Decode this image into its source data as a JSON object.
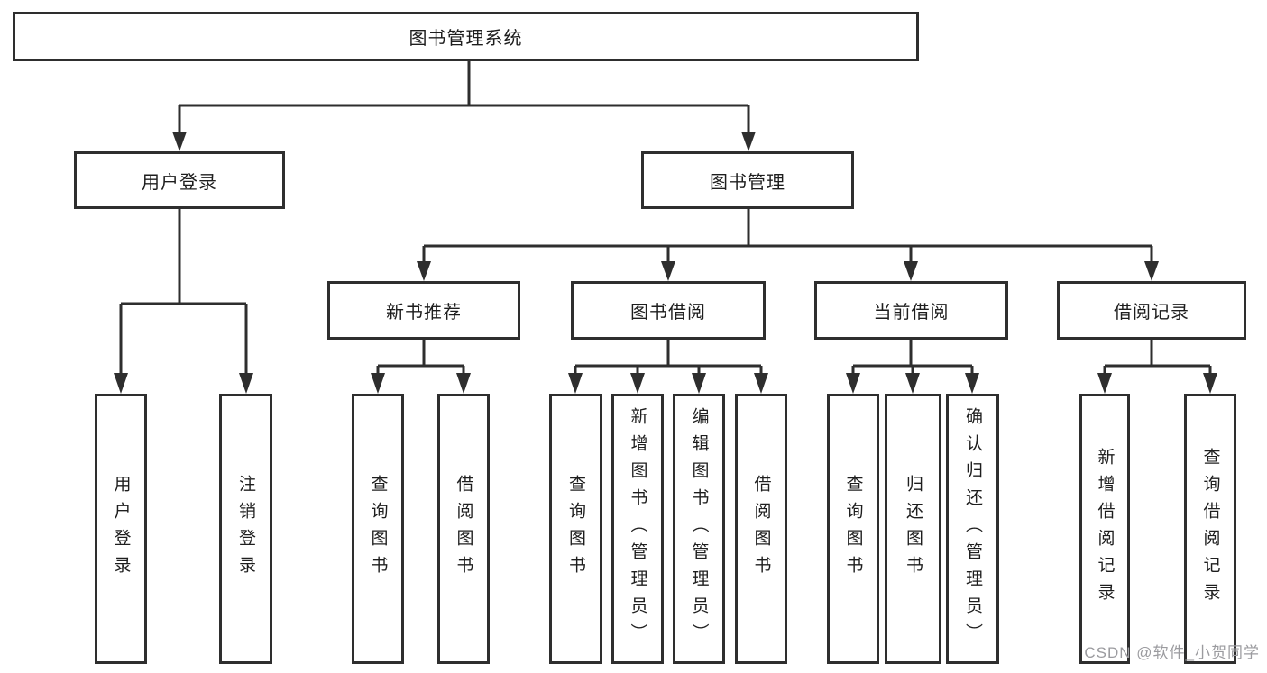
{
  "diagram_title": "图书管理系统",
  "tree": {
    "root": {
      "label": "图书管理系统"
    },
    "children": [
      {
        "label": "用户登录",
        "children": [
          {
            "label": "用户登录"
          },
          {
            "label": "注销登录"
          }
        ]
      },
      {
        "label": "图书管理",
        "children": [
          {
            "label": "新书推荐",
            "children": [
              {
                "label": "查询图书"
              },
              {
                "label": "借阅图书"
              }
            ]
          },
          {
            "label": "图书借阅",
            "children": [
              {
                "label": "查询图书"
              },
              {
                "label": "新增图书（管理员）"
              },
              {
                "label": "编辑图书（管理员）"
              },
              {
                "label": "借阅图书"
              }
            ]
          },
          {
            "label": "当前借阅",
            "children": [
              {
                "label": "查询图书"
              },
              {
                "label": "归还图书"
              },
              {
                "label": "确认归还（管理员）"
              }
            ]
          },
          {
            "label": "借阅记录",
            "children": [
              {
                "label": "新增借阅记录"
              },
              {
                "label": "查询借阅记录"
              }
            ]
          }
        ]
      }
    ]
  },
  "watermark": {
    "text": "CSDN @软件_小贺同学"
  },
  "colors": {
    "line": "#2e2e2e",
    "box_border": "#2e2e2e",
    "text": "#1e1e1e",
    "watermark": "#9b9b9f",
    "background": "#ffffff"
  }
}
